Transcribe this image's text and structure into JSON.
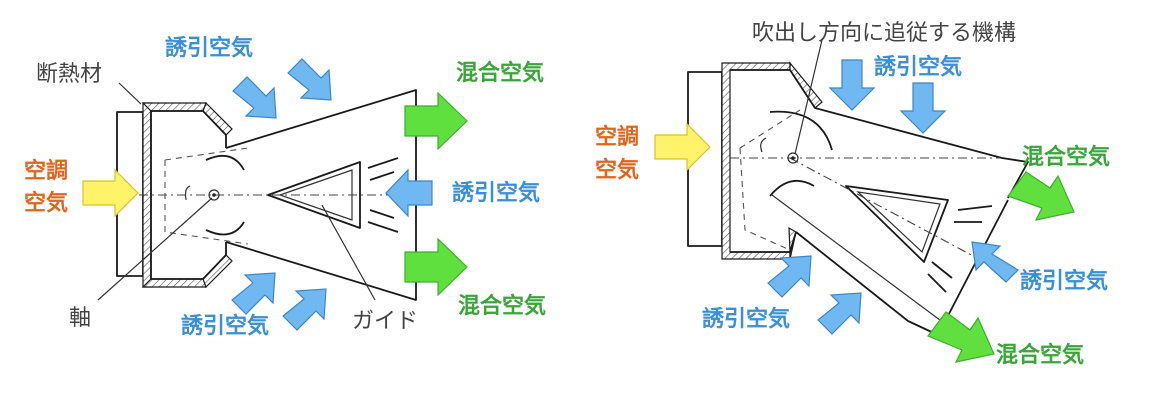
{
  "labels": {
    "insulation": "断熱材",
    "conditioned_air_line1": "空調",
    "conditioned_air_line2": "空気",
    "shaft": "軸",
    "guide": "ガイド",
    "induced_air": "誘引空気",
    "mixed_air": "混合空気",
    "mechanism": "吹出し方向に追従する機構"
  },
  "colors": {
    "induced_air": "#3a8fd6",
    "mixed_air": "#3aa63a",
    "conditioned_air": "#e0661f",
    "annotation": "#444444"
  }
}
